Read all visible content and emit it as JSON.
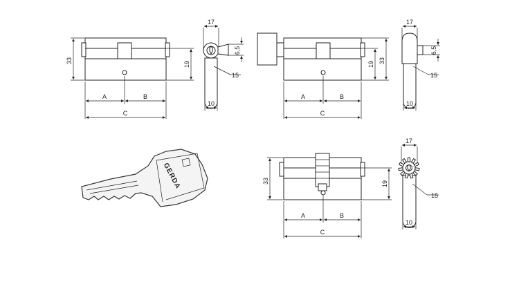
{
  "drawing1": {
    "dims": {
      "height": "33",
      "bolt_height": "19",
      "half_a": "A",
      "half_b": "B",
      "length": "C"
    },
    "side": {
      "width": "17",
      "bump": "6,5",
      "radius": "15",
      "base": "10"
    }
  },
  "drawing2": {
    "dims": {
      "height": "33",
      "bolt_height": "19",
      "half_a": "A",
      "half_b": "B",
      "length": "C"
    },
    "side": {
      "width": "17",
      "bump": "6,5",
      "radius": "15",
      "base": "10"
    }
  },
  "drawing3": {
    "dims": {
      "height": "33",
      "bolt_height": "19",
      "half_a": "A",
      "half_b": "B",
      "length": "C"
    },
    "side": {
      "width": "17",
      "radius": "15",
      "base": "10"
    }
  },
  "key": {
    "brand": "GERDA"
  }
}
